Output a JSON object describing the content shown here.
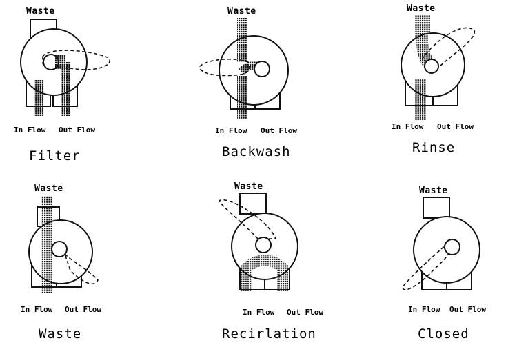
{
  "waste_label": "Waste",
  "in_flow_label": "In Flow",
  "out_flow_label": "Out Flow",
  "modes": [
    {
      "key": "filter",
      "title": "Filter"
    },
    {
      "key": "backwash",
      "title": "Backwash"
    },
    {
      "key": "rinse",
      "title": "Rinse"
    },
    {
      "key": "waste",
      "title": "Waste"
    },
    {
      "key": "recirculation",
      "title": "Recirlation"
    },
    {
      "key": "closed",
      "title": "Closed"
    }
  ]
}
